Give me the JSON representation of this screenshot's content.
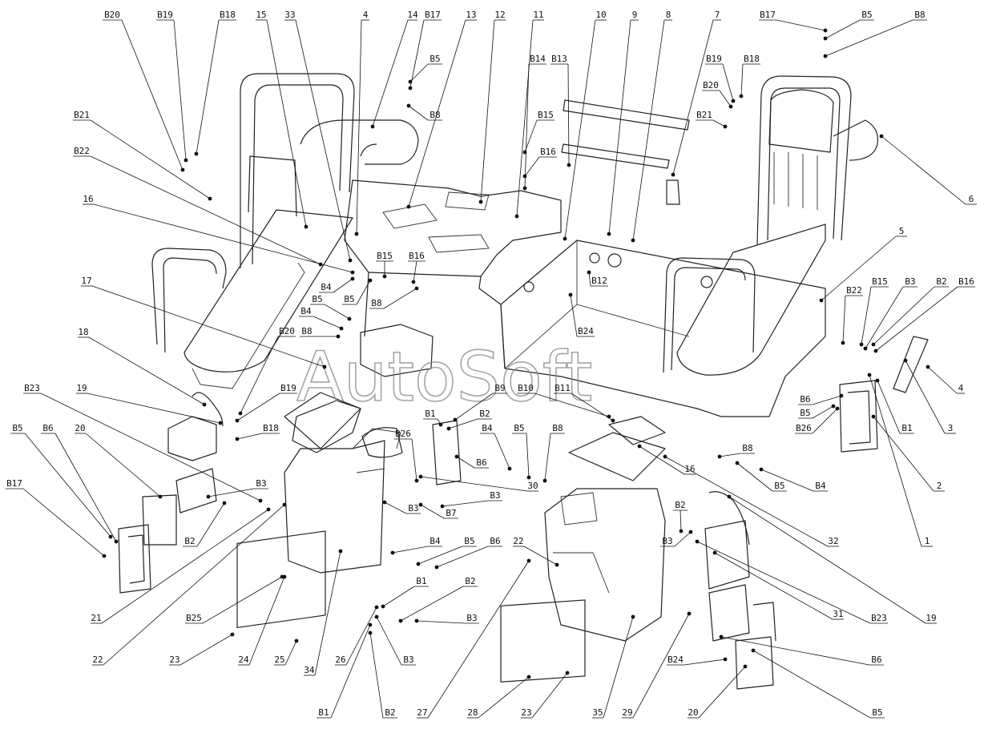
{
  "watermark": "AutoSoft",
  "callouts": [
    "B20",
    "B19",
    "B18",
    "15",
    "33",
    "4",
    "14",
    "B17",
    "13",
    "12",
    "11",
    "10",
    "9",
    "8",
    "7",
    "B17",
    "B5",
    "B8",
    "B5",
    "B8",
    "B14",
    "B13",
    "B15",
    "B16",
    "B19",
    "B18",
    "B20",
    "B21",
    "6",
    "B21",
    "B22",
    "16",
    "B4",
    "B5",
    "B15",
    "B16",
    "B8",
    "B12",
    "B24",
    "5",
    "B22",
    "B15",
    "B3",
    "B2",
    "B16",
    "17",
    "B5",
    "B4",
    "B20",
    "B8",
    "18",
    "B23",
    "19",
    "B19",
    "B18",
    "B5",
    "B6",
    "20",
    "B17",
    "B3",
    "B9",
    "B10",
    "B11",
    "B1",
    "B2",
    "B26",
    "B6",
    "B4",
    "B5",
    "B8",
    "16",
    "B6",
    "B5",
    "B26",
    "B1",
    "3",
    "4",
    "2",
    "B8",
    "B5",
    "B4",
    "30",
    "B2",
    "B3",
    "B7",
    "B3",
    "B2",
    "B4",
    "B5",
    "B6",
    "B1",
    "B2",
    "B3",
    "22",
    "B3",
    "32",
    "1",
    "B23",
    "31",
    "19",
    "21",
    "22",
    "B25",
    "23",
    "24",
    "25",
    "34",
    "26",
    "B3",
    "27",
    "28",
    "23",
    "35",
    "29",
    "B24",
    "B6",
    "20",
    "B5",
    "B1",
    "B2"
  ]
}
